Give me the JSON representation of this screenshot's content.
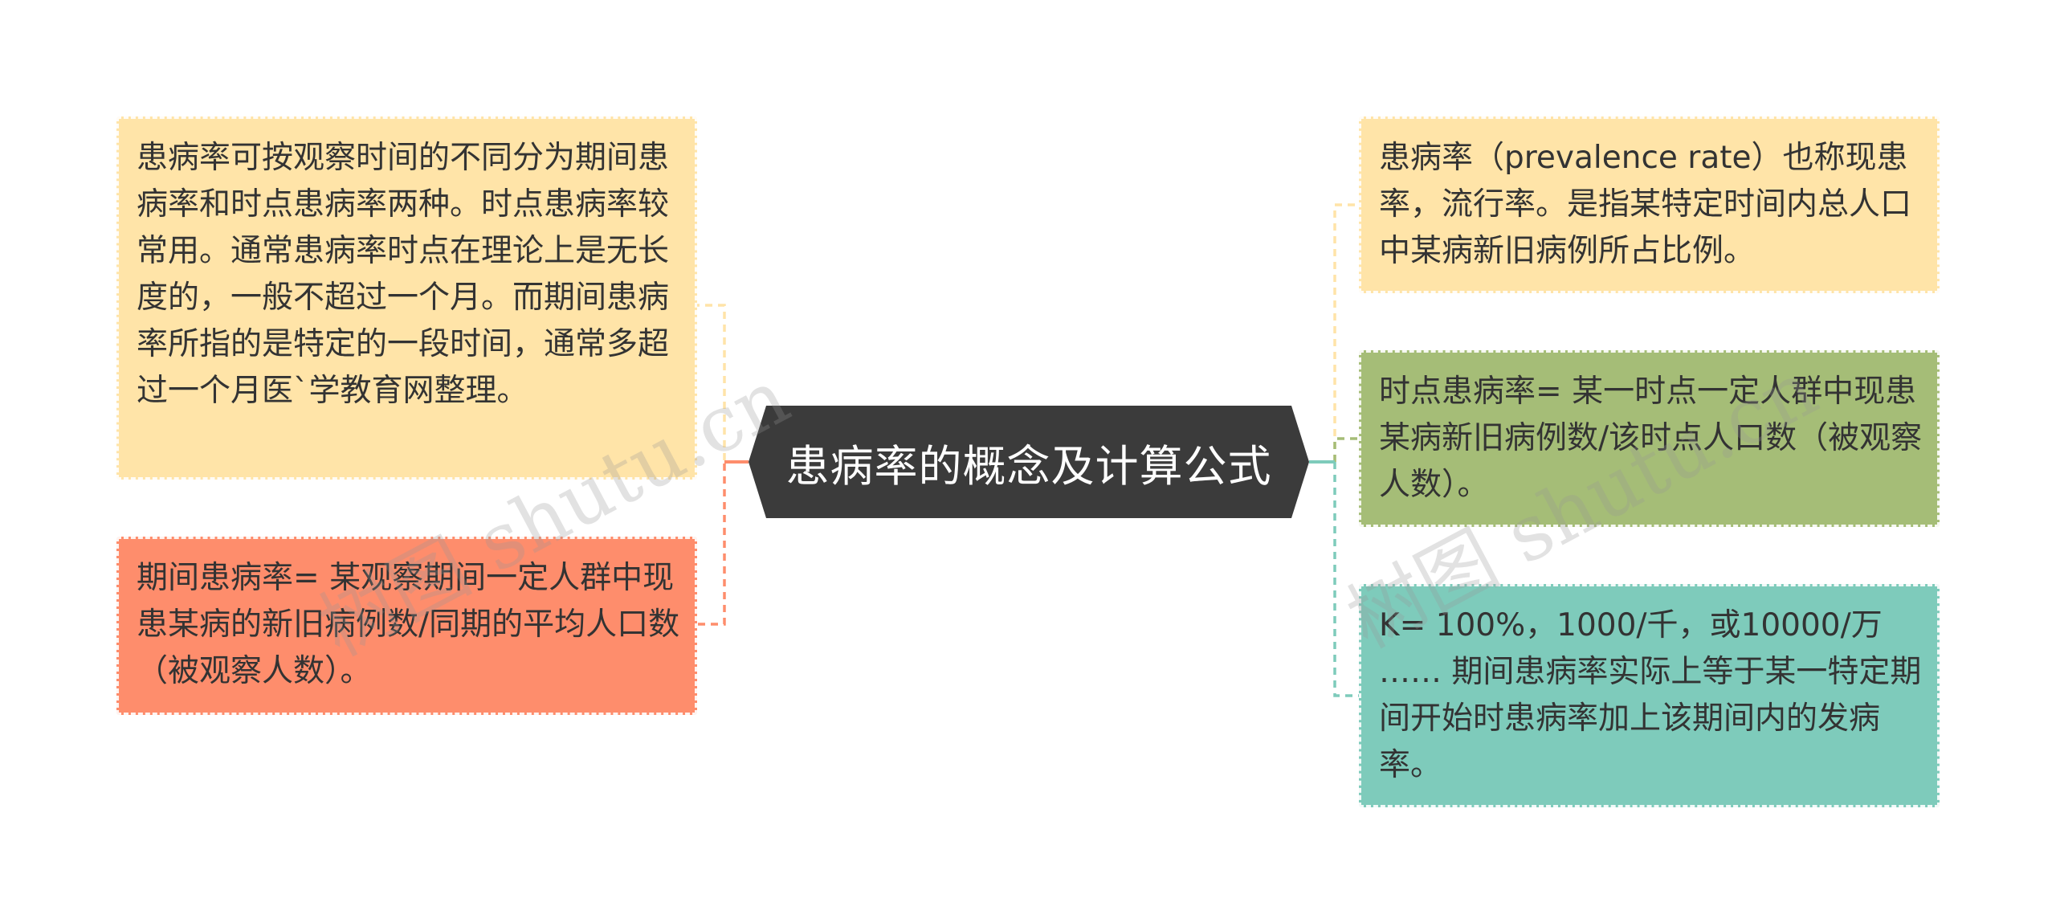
{
  "central": {
    "label": "患病率的概念及计算公式",
    "color": "#3b3b3b"
  },
  "nodes": {
    "left_top": {
      "text": "患病率可按观察时间的不同分为期间患病率和时点患病率两种。时点患病率较常用。通常患病率时点在理论上是无长度的，一般不超过一个月。而期间患病率所指的是特定的一段时间，通常多超过一个月医`学教育网整理。",
      "color": "#ffe4a8"
    },
    "left_bottom": {
      "text": "期间患病率= 某观察期间一定人群中现患某病的新旧病例数/同期的平均人口数（被观察人数）。",
      "color": "#fe8d6c"
    },
    "right_1": {
      "text": "患病率（prevalence rate）也称现患率，流行率。是指某特定时间内总人口中某病新旧病例所占比例。",
      "color": "#ffe4a8"
    },
    "right_2": {
      "text": "时点患病率= 某一时点一定人群中现患某病新旧病例数/该时点人口数（被观察人数）。",
      "color": "#a5bd77"
    },
    "right_3": {
      "text": "K= 100%，1000/千，或10000/万 …… 期间患病率实际上等于某一特定期间开始时患病率加上该期间内的发病率。",
      "color": "#7ecbbb"
    }
  },
  "watermarks": [
    "树图 shutu.cn",
    "树图 shutu.cn"
  ]
}
